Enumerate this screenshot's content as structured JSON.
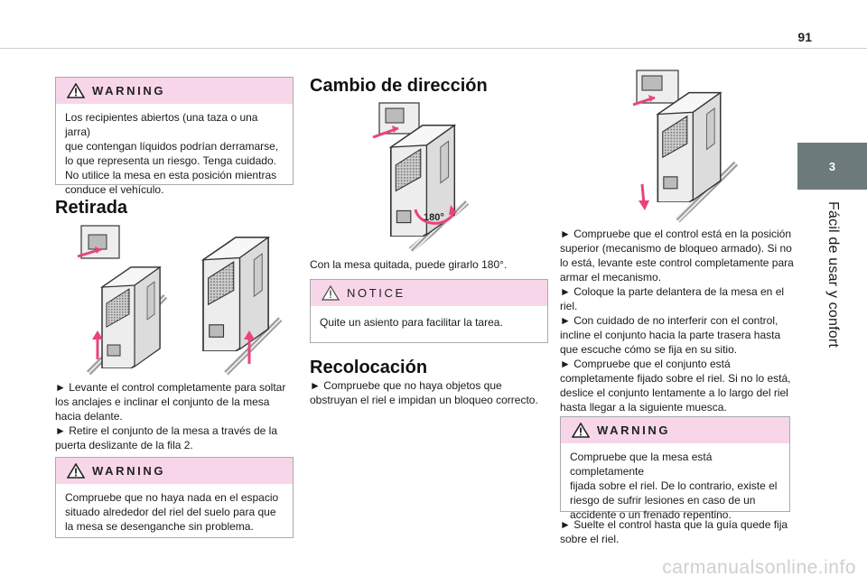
{
  "page_number": "91",
  "chapter_tab": "3",
  "chapter_title": "Fácil de usar y confort",
  "watermark": "carmanualsonline.info",
  "icons": {
    "warning": "warning-triangle-icon",
    "notice": "notice-triangle-icon"
  },
  "colors": {
    "box_header": "#f7d6ea",
    "tab": "#6d7a7b",
    "arrow": "#e8447a"
  },
  "col1": {
    "warning1": {
      "label": "WARNING",
      "lines": [
        "Los recipientes abiertos (una taza o una jarra)",
        "que contengan líquidos podrían derramarse,",
        "lo que representa un riesgo. Tenga cuidado.",
        "No utilice la mesa en esta posición mientras",
        "conduce el vehículo."
      ]
    },
    "heading": "Retirada",
    "steps": [
      "► Levante el control completamente para soltar",
      "los anclajes e inclinar el conjunto de la mesa",
      "hacia delante.",
      "► Retire el conjunto de la mesa a través de la",
      "puerta deslizante de la fila 2."
    ],
    "warning2": {
      "label": "WARNING",
      "lines": [
        "Compruebe que no haya nada en el espacio",
        "situado alrededor del riel del suelo para que",
        "la mesa se desenganche sin problema."
      ]
    }
  },
  "col2": {
    "heading": "Cambio de dirección",
    "badge": "180°",
    "caption": "Con la mesa quitada, puede girarlo 180°.",
    "notice": {
      "label": "NOTICE",
      "text": "Quite un asiento para facilitar la tarea."
    },
    "heading2": "Recolocación",
    "steps": [
      "► Compruebe que no haya objetos que",
      "obstruyan el riel e impidan un bloqueo correcto."
    ]
  },
  "col3": {
    "steps": [
      "► Compruebe que el control está en la posición",
      "superior (mecanismo de bloqueo armado). Si no",
      "lo está, levante este control completamente para",
      "armar el mecanismo.",
      "► Coloque la parte delantera de la mesa en el",
      "riel.",
      "► Con cuidado de no interferir con el control,",
      "incline el conjunto hacia la parte trasera hasta",
      "que escuche cómo se fija en su sitio.",
      "► Compruebe que el conjunto está",
      "completamente fijado sobre el riel. Si no lo está,",
      "deslice el conjunto lentamente a lo largo del riel",
      "hasta llegar a la siguiente muesca."
    ],
    "warning": {
      "label": "WARNING",
      "lines": [
        "Compruebe que la mesa está completamente",
        "fijada sobre el riel. De lo contrario, existe el",
        "riesgo de sufrir lesiones en caso de un",
        "accidente o un frenado repentino."
      ]
    },
    "final": [
      "► Suelte el control hasta que la guía quede fija",
      "sobre el riel."
    ]
  }
}
